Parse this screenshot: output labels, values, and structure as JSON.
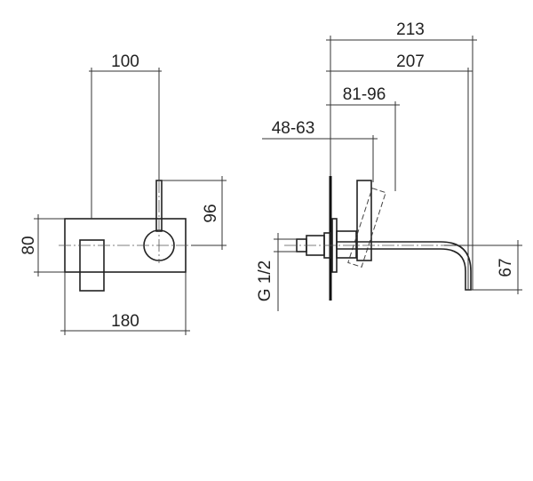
{
  "dimensions": {
    "front_width_top": "100",
    "front_height": "80",
    "front_lever_height": "96",
    "front_width": "180",
    "side_total_213": "213",
    "side_207": "207",
    "side_81_96": "81-96",
    "side_48_63": "48-63",
    "thread": "G 1/2",
    "spout_drop": "67"
  }
}
